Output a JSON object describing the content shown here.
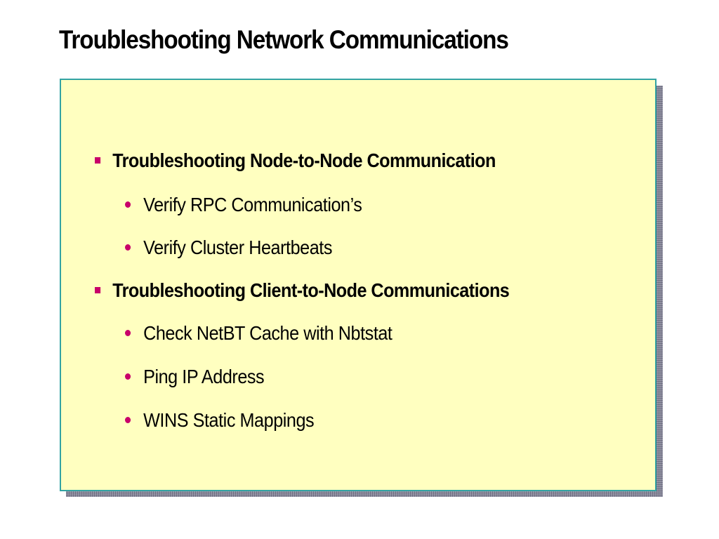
{
  "slide": {
    "title": "Troubleshooting Network Communications",
    "bullets": [
      {
        "text": "Troubleshooting Node-to-Node Communication",
        "subitems": [
          "Verify RPC Communication’s",
          "Verify Cluster Heartbeats"
        ]
      },
      {
        "text": "Troubleshooting Client-to-Node Communications",
        "subitems": [
          "Check NetBT Cache with Nbtstat",
          "Ping IP Address",
          "WINS Static Mappings"
        ]
      }
    ]
  },
  "colors": {
    "panel_background": "#ffffc0",
    "panel_border": "#33a3a3",
    "bullet": "#c8006a",
    "panel_shadow": "#9a9aaa"
  },
  "icons": {
    "level_1_bullet": "square-bullet-icon",
    "level_2_bullet": "dot-bullet-icon"
  }
}
